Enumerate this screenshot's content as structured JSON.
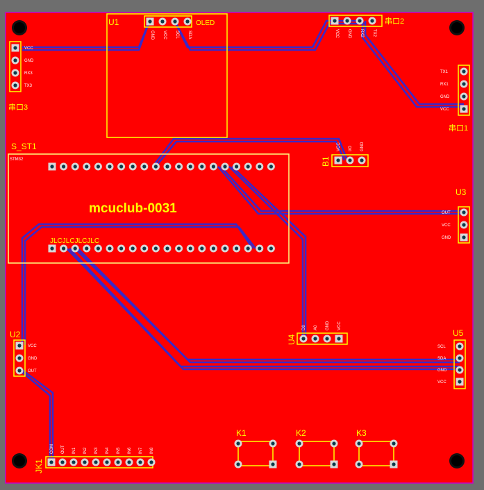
{
  "board": {
    "colors": {
      "background": "#6e6e6e",
      "copper": "#ff0000",
      "outline": "#c800c8",
      "trace": "#3a28c8",
      "silk": "#ffff00",
      "pad": "#d8d8d8",
      "hole": "#0a3a4a"
    },
    "title": "mcuclub-0031"
  },
  "components": {
    "u1": {
      "ref": "U1",
      "name": "OLED",
      "pins": [
        "GND",
        "VCC",
        "SCL",
        "SDA"
      ]
    },
    "port2": {
      "ref": "串口2",
      "pins": [
        "VCC",
        "GND",
        "RX2",
        "TX2"
      ]
    },
    "port3": {
      "ref": "串口3",
      "pins": [
        "VCC",
        "GND",
        "RX3",
        "TX3"
      ]
    },
    "port1": {
      "ref": "串口1",
      "pins": [
        "TX1",
        "RX1",
        "GND",
        "VCC"
      ]
    },
    "mcu": {
      "ref": "S_ST1",
      "silk": "JLCJLCJLCJLC",
      "marker": "STM32"
    },
    "b1": {
      "ref": "B1",
      "pins": [
        "VCC",
        "I/O",
        "GND"
      ]
    },
    "u3": {
      "ref": "U3",
      "pins": [
        "OUT",
        "VCC",
        "GND"
      ]
    },
    "u2": {
      "ref": "U2",
      "pins": [
        "VCC",
        "GND",
        "OUT"
      ]
    },
    "u4": {
      "ref": "U4",
      "pins": [
        "D0",
        "A0",
        "GND",
        "VCC"
      ]
    },
    "u5": {
      "ref": "U5",
      "pins": [
        "SCL",
        "SDA",
        "GND",
        "VCC"
      ]
    },
    "jk1": {
      "ref": "JK1",
      "pins": [
        "COM",
        "OUT",
        "IN1",
        "IN2",
        "IN3",
        "IN4",
        "IN5",
        "IN6",
        "IN7",
        "IN8"
      ]
    },
    "k1": {
      "ref": "K1"
    },
    "k2": {
      "ref": "K2"
    },
    "k3": {
      "ref": "K3"
    }
  }
}
